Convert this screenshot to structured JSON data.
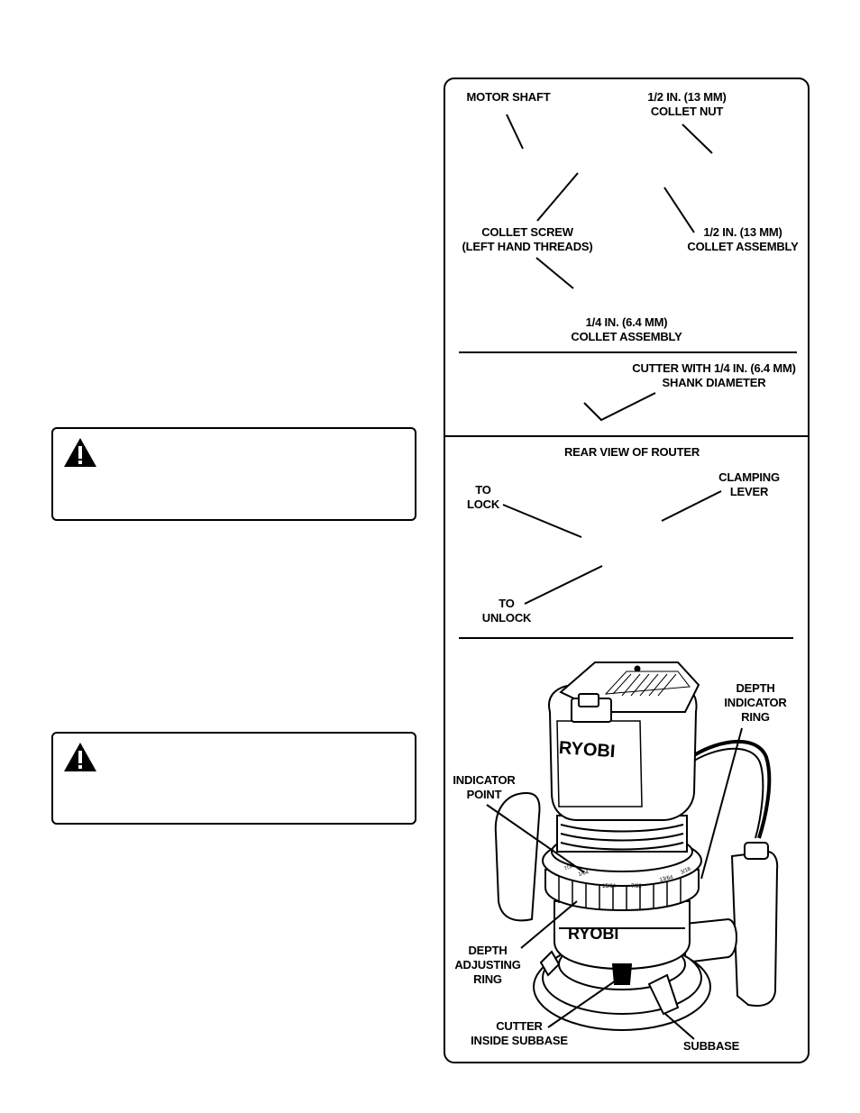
{
  "warnings": [
    {
      "icon": "warning-triangle-icon"
    },
    {
      "icon": "warning-triangle-icon"
    }
  ],
  "panel1": {
    "motor_shaft": "MOTOR SHAFT",
    "collet_nut_13": "1/2 IN. (13 MM)\nCOLLET NUT",
    "collet_screw": "COLLET SCREW\n(LEFT HAND THREADS)",
    "collet_assembly_13": "1/2 IN. (13 MM)\nCOLLET ASSEMBLY",
    "collet_assembly_6": "1/4 IN. (6.4 MM)\nCOLLET ASSEMBLY",
    "cutter_shank": "CUTTER WITH 1/4 IN. (6.4 MM)\nSHANK DIAMETER"
  },
  "panel2": {
    "title": "REAR VIEW OF ROUTER",
    "to_lock": "TO\nLOCK",
    "clamping_lever": "CLAMPING\nLEVER",
    "to_unlock": "TO\nUNLOCK"
  },
  "panel3": {
    "brand": "RYOBI",
    "depth_indicator_ring": "DEPTH\nINDICATOR\nRING",
    "indicator_point": "INDICATOR\nPOINT",
    "depth_adjusting_ring": "DEPTH\nADJUSTING\nRING",
    "cutter_inside_subbase": "CUTTER\nINSIDE SUBBASE",
    "subbase": "SUBBASE",
    "scale_marks": [
      "7/32",
      "1/64",
      "15/64",
      "7/32",
      "13/64",
      "3/16"
    ]
  }
}
